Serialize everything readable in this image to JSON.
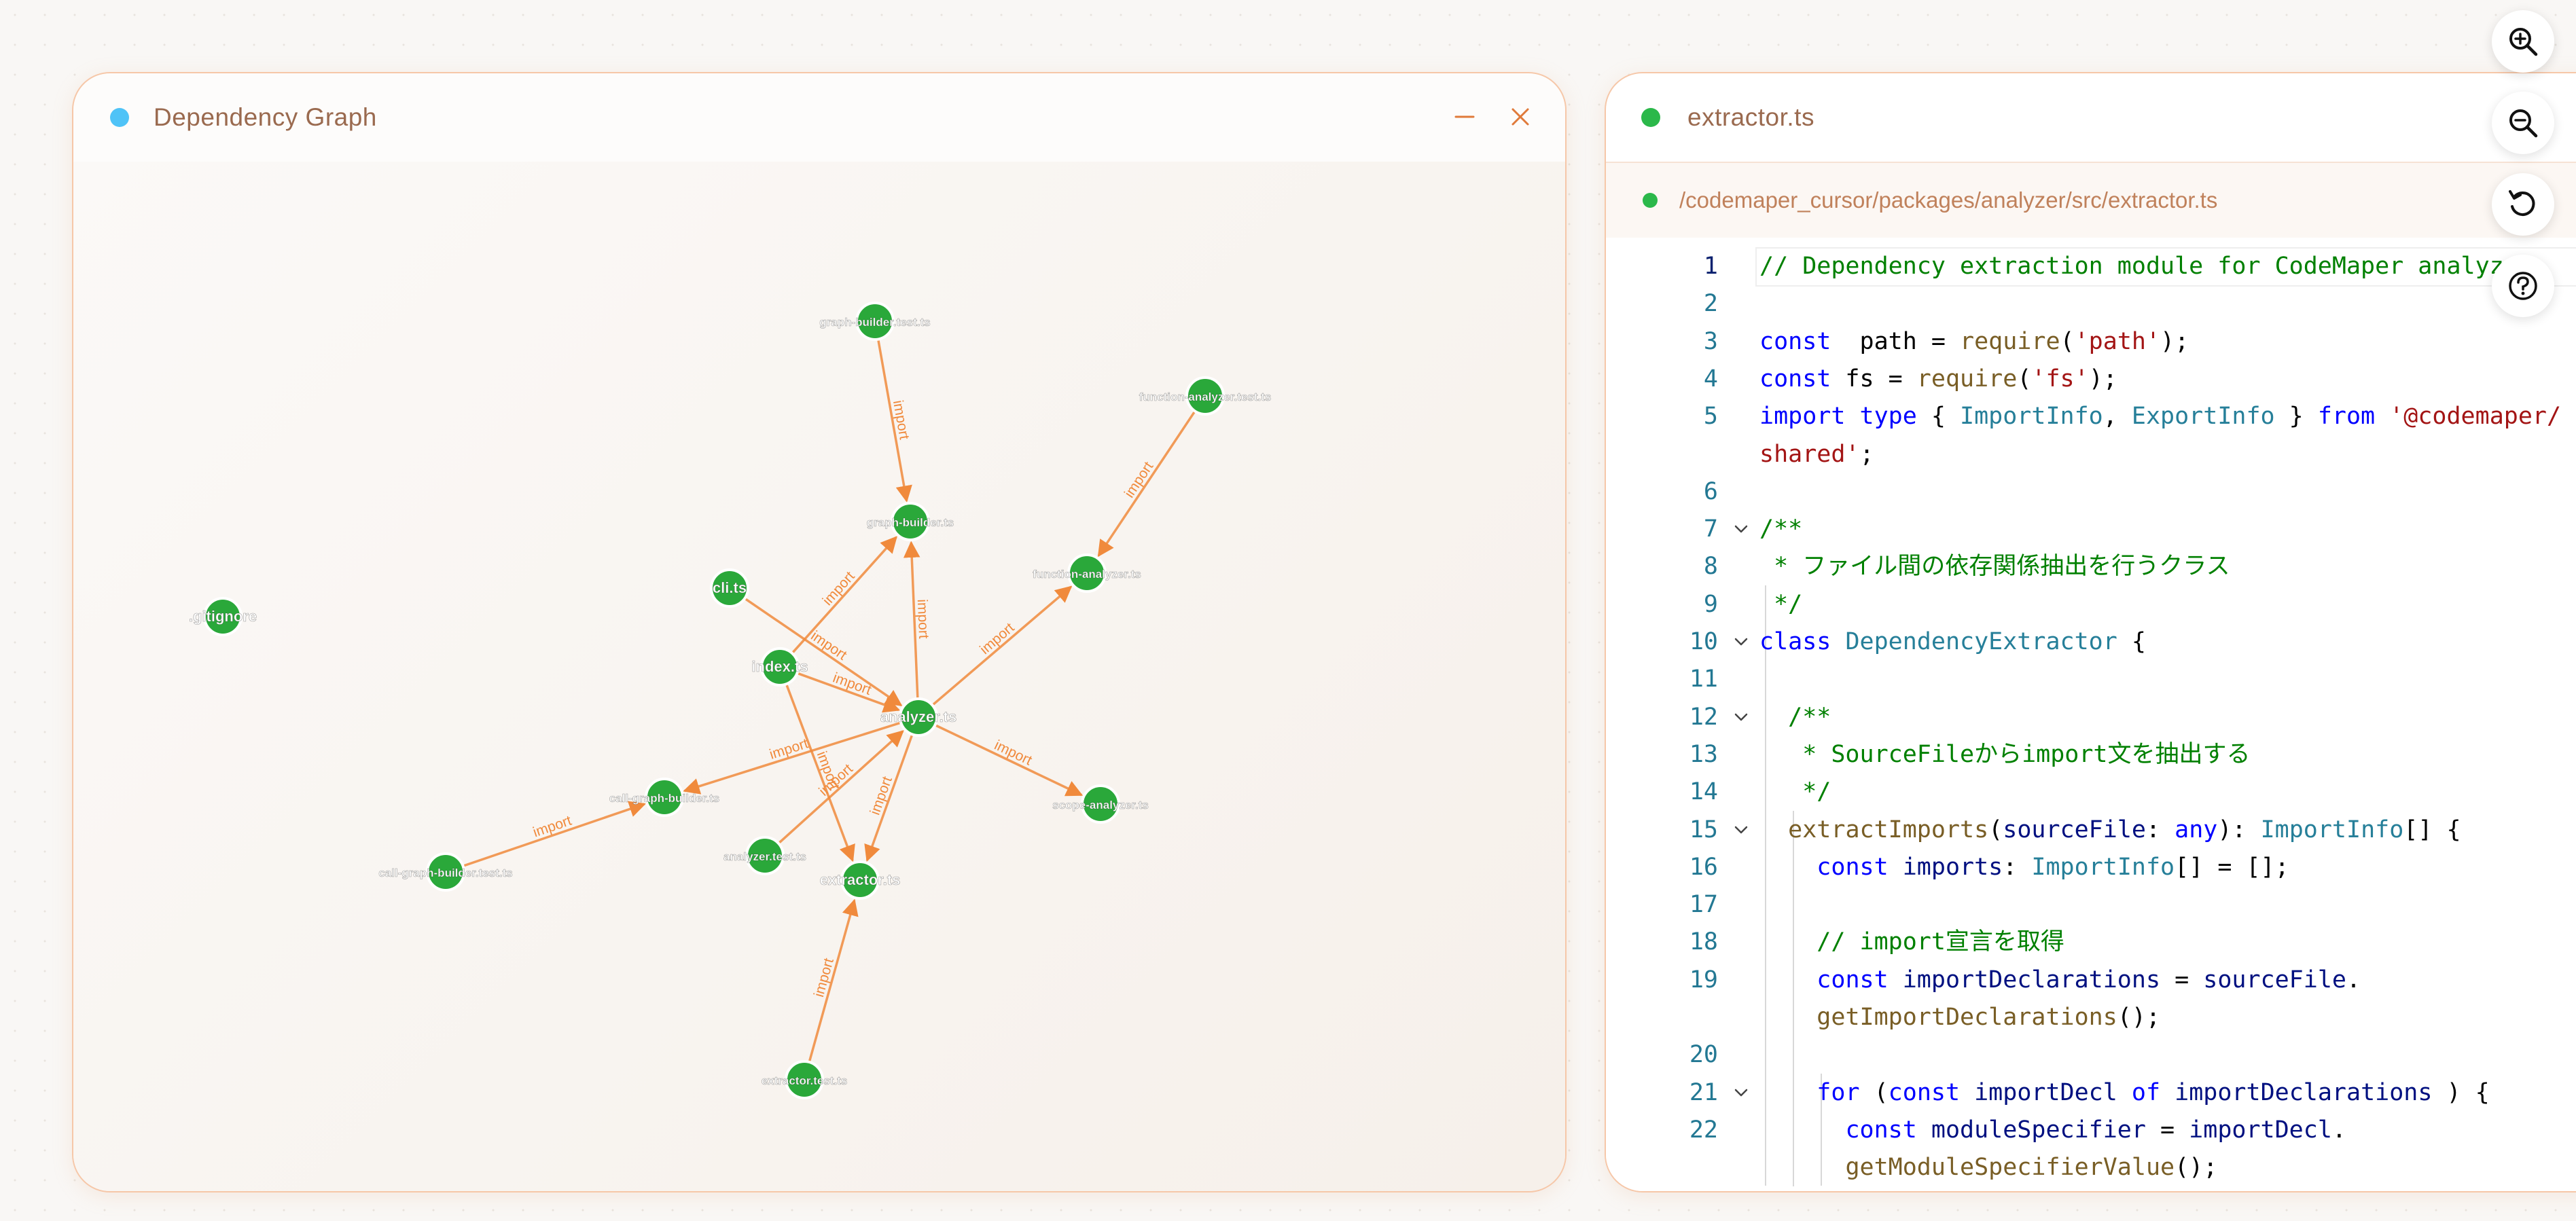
{
  "graph_window": {
    "title": "Dependency Graph",
    "dot_color": "#4fc3f7",
    "accent": "#f08a3c",
    "node_color": "#2aa83a",
    "nodes": [
      {
        "id": "graph-builder-test",
        "label": "graph-builder.test.ts"
      },
      {
        "id": "function-analyzer-test",
        "label": "function-analyzer.test.ts"
      },
      {
        "id": "graph-builder",
        "label": "graph-builder.ts"
      },
      {
        "id": "function-analyzer",
        "label": "function-analyzer.ts"
      },
      {
        "id": "gitignore",
        "label": ".gitignore"
      },
      {
        "id": "cli",
        "label": "cli.ts"
      },
      {
        "id": "index",
        "label": "index.ts"
      },
      {
        "id": "analyzer",
        "label": "analyzer.ts"
      },
      {
        "id": "call-graph-builder",
        "label": "call-graph-builder.ts"
      },
      {
        "id": "scope-analyzer",
        "label": "scope-analyzer.ts"
      },
      {
        "id": "call-graph-builder-test",
        "label": "call-graph-builder.test.ts"
      },
      {
        "id": "analyzer-test",
        "label": "analyzer.test.ts"
      },
      {
        "id": "extractor",
        "label": "extractor.ts"
      },
      {
        "id": "extractor-test",
        "label": "extractor.test.ts"
      }
    ],
    "edge_label": "import",
    "edges": [
      {
        "from": "graph-builder-test",
        "to": "graph-builder"
      },
      {
        "from": "function-analyzer-test",
        "to": "function-analyzer"
      },
      {
        "from": "cli",
        "to": "analyzer"
      },
      {
        "from": "index",
        "to": "graph-builder"
      },
      {
        "from": "index",
        "to": "analyzer"
      },
      {
        "from": "index",
        "to": "extractor"
      },
      {
        "from": "analyzer",
        "to": "graph-builder"
      },
      {
        "from": "analyzer",
        "to": "function-analyzer"
      },
      {
        "from": "analyzer",
        "to": "call-graph-builder"
      },
      {
        "from": "analyzer",
        "to": "scope-analyzer"
      },
      {
        "from": "analyzer",
        "to": "extractor"
      },
      {
        "from": "analyzer-test",
        "to": "analyzer"
      },
      {
        "from": "call-graph-builder-test",
        "to": "call-graph-builder"
      },
      {
        "from": "extractor-test",
        "to": "extractor"
      }
    ]
  },
  "editor_window": {
    "title": "extractor.ts",
    "dot_color": "#2bb84a",
    "path": "/codemaper_cursor/packages/analyzer/src/extractor.ts",
    "lines": [
      {
        "n": "1",
        "tokens": [
          [
            "cm",
            "// Dependency extraction module for CodeMaper analyzer"
          ]
        ]
      },
      {
        "n": "2",
        "tokens": []
      },
      {
        "n": "3",
        "tokens": [
          [
            "kw",
            "const"
          ],
          [
            "",
            "  path = "
          ],
          [
            "fn",
            "require"
          ],
          [
            "",
            "("
          ],
          [
            "st",
            "'path'"
          ],
          [
            "",
            ");"
          ]
        ]
      },
      {
        "n": "4",
        "tokens": [
          [
            "kw",
            "const"
          ],
          [
            "",
            " fs = "
          ],
          [
            "fn",
            "require"
          ],
          [
            "",
            "("
          ],
          [
            "st",
            "'fs'"
          ],
          [
            "",
            ");"
          ]
        ]
      },
      {
        "n": "5",
        "tokens": [
          [
            "kw",
            "import type"
          ],
          [
            "",
            " { "
          ],
          [
            "ty",
            "ImportInfo"
          ],
          [
            "",
            ", "
          ],
          [
            "ty",
            "ExportInfo"
          ],
          [
            "",
            " } "
          ],
          [
            "kw",
            "from"
          ],
          [
            "",
            " "
          ],
          [
            "st",
            "'@codemaper/"
          ]
        ]
      },
      {
        "n": "",
        "tokens": [
          [
            "st",
            "shared'"
          ],
          [
            "",
            ";"
          ]
        ]
      },
      {
        "n": "6",
        "tokens": []
      },
      {
        "n": "7",
        "tokens": [
          [
            "cm",
            "/**"
          ]
        ],
        "fold": true
      },
      {
        "n": "8",
        "tokens": [
          [
            "cm",
            " * ファイル間の依存関係抽出を行うクラス"
          ]
        ]
      },
      {
        "n": "9",
        "tokens": [
          [
            "cm",
            " */"
          ]
        ]
      },
      {
        "n": "10",
        "tokens": [
          [
            "kw",
            "class"
          ],
          [
            "",
            " "
          ],
          [
            "ty",
            "DependencyExtractor"
          ],
          [
            "",
            " {"
          ]
        ],
        "fold": true
      },
      {
        "n": "11",
        "tokens": []
      },
      {
        "n": "12",
        "tokens": [
          [
            "cm",
            "  /**"
          ]
        ],
        "fold": true
      },
      {
        "n": "13",
        "tokens": [
          [
            "cm",
            "   * SourceFileからimport文を抽出する"
          ]
        ]
      },
      {
        "n": "14",
        "tokens": [
          [
            "cm",
            "   */"
          ]
        ]
      },
      {
        "n": "15",
        "tokens": [
          [
            "",
            "  "
          ],
          [
            "fn",
            "extractImports"
          ],
          [
            "",
            "("
          ],
          [
            "vr",
            "sourceFile"
          ],
          [
            "",
            ": "
          ],
          [
            "kw",
            "any"
          ],
          [
            "",
            "): "
          ],
          [
            "ty",
            "ImportInfo"
          ],
          [
            "",
            "[] {"
          ]
        ],
        "fold": true
      },
      {
        "n": "16",
        "tokens": [
          [
            "",
            "    "
          ],
          [
            "kw",
            "const"
          ],
          [
            "",
            " "
          ],
          [
            "vr",
            "imports"
          ],
          [
            "",
            ": "
          ],
          [
            "ty",
            "ImportInfo"
          ],
          [
            "",
            "[] = [];"
          ]
        ]
      },
      {
        "n": "17",
        "tokens": []
      },
      {
        "n": "18",
        "tokens": [
          [
            "cm",
            "    // import宣言を取得"
          ]
        ]
      },
      {
        "n": "19",
        "tokens": [
          [
            "",
            "    "
          ],
          [
            "kw",
            "const"
          ],
          [
            "",
            " "
          ],
          [
            "vr",
            "importDeclarations"
          ],
          [
            "",
            " = "
          ],
          [
            "vr",
            "sourceFile"
          ],
          [
            "",
            "."
          ]
        ]
      },
      {
        "n": "",
        "tokens": [
          [
            "",
            "    "
          ],
          [
            "fn",
            "getImportDeclarations"
          ],
          [
            "",
            "();"
          ]
        ]
      },
      {
        "n": "20",
        "tokens": []
      },
      {
        "n": "21",
        "tokens": [
          [
            "",
            "    "
          ],
          [
            "kw",
            "for"
          ],
          [
            "",
            " ("
          ],
          [
            "kw",
            "const"
          ],
          [
            "",
            " "
          ],
          [
            "vr",
            "importDecl"
          ],
          [
            "",
            " "
          ],
          [
            "kw",
            "of"
          ],
          [
            "",
            " "
          ],
          [
            "vr",
            "importDeclarations"
          ],
          [
            "",
            " ) {"
          ]
        ],
        "fold": true
      },
      {
        "n": "22",
        "tokens": [
          [
            "",
            "      "
          ],
          [
            "kw",
            "const"
          ],
          [
            "",
            " "
          ],
          [
            "vr",
            "moduleSpecifier"
          ],
          [
            "",
            " = "
          ],
          [
            "vr",
            "importDecl"
          ],
          [
            "",
            "."
          ]
        ]
      },
      {
        "n": "",
        "tokens": [
          [
            "",
            "      "
          ],
          [
            "fn",
            "getModuleSpecifierValue"
          ],
          [
            "",
            "();"
          ]
        ]
      }
    ]
  },
  "toolbar": {
    "buttons": [
      {
        "name": "zoom-in-button",
        "icon": "zoom-in-icon"
      },
      {
        "name": "zoom-out-button",
        "icon": "zoom-out-icon"
      },
      {
        "name": "reset-view-button",
        "icon": "reset-icon"
      },
      {
        "name": "help-button",
        "icon": "help-icon"
      }
    ]
  }
}
